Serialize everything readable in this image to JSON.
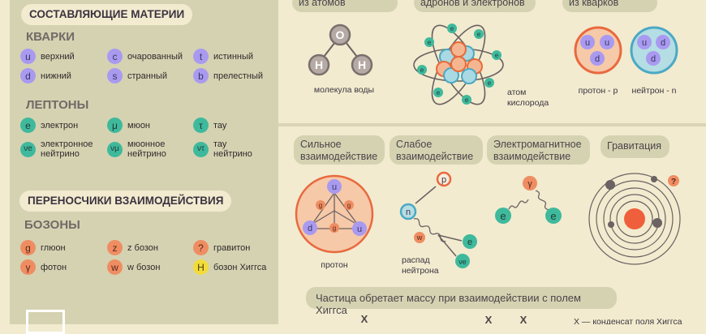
{
  "left": {
    "matter_title": "СОСТАВЛЯЮЩИЕ МАТЕРИИ",
    "quarks_heading": "КВАРКИ",
    "quarks": [
      {
        "symbol": "u",
        "label": "верхний"
      },
      {
        "symbol": "c",
        "label": "очарованный"
      },
      {
        "symbol": "t",
        "label": "истинный"
      },
      {
        "symbol": "d",
        "label": "нижний"
      },
      {
        "symbol": "s",
        "label": "странный"
      },
      {
        "symbol": "b",
        "label": "прелестный"
      }
    ],
    "leptons_heading": "ЛЕПТОНЫ",
    "leptons": [
      {
        "symbol": "e",
        "label": "электрон"
      },
      {
        "symbol": "μ",
        "label": "мюон"
      },
      {
        "symbol": "τ",
        "label": "тау"
      },
      {
        "symbol": "νe",
        "label": "электронное нейтрино"
      },
      {
        "symbol": "νμ",
        "label": "мюонное нейтрино"
      },
      {
        "symbol": "ντ",
        "label": "тау нейтрино"
      }
    ],
    "carriers_title": "ПЕРЕНОСЧИКИ ВЗАИМОДЕЙСТВИЯ",
    "bosons_heading": "БОЗОНЫ",
    "bosons": [
      {
        "symbol": "g",
        "label": "глюон"
      },
      {
        "symbol": "z",
        "label": "z бозон"
      },
      {
        "symbol": "?",
        "label": "гравитон"
      },
      {
        "symbol": "γ",
        "label": "фотон"
      },
      {
        "symbol": "w",
        "label": "w бозон"
      },
      {
        "symbol": "H",
        "label": "бозон Хиггса"
      }
    ]
  },
  "top": {
    "pill1": "из атомов",
    "pill2": "адронов и электронов",
    "pill3": "из кварков",
    "water_label": "молекула воды",
    "water_o": "O",
    "water_h": "H",
    "atom_label_1": "атом",
    "atom_label_2": "кислорода",
    "electron": "e",
    "proton_label": "протон - p",
    "neutron_label": "нейтрон - n",
    "quark_u": "u",
    "quark_d": "d"
  },
  "interactions": {
    "strong_1": "Сильное",
    "strong_2": "взаимодействие",
    "weak_1": "Слабое",
    "weak_2": "взаимодействие",
    "em_1": "Электромагнитное",
    "em_2": "взаимодействие",
    "gravity": "Гравитация",
    "proton_label": "протон",
    "gluon": "g",
    "p": "p",
    "n": "n",
    "w": "w",
    "e": "e",
    "nu_e": "νe",
    "decay_1": "распад",
    "decay_2": "нейтрона",
    "gamma": "γ",
    "graviton": "?"
  },
  "higgs": {
    "title": "Частица обретает массу при взаимодействии с полем Хиггса",
    "mark": "X",
    "legend": "X — конденсат поля Хиггса"
  },
  "colors": {
    "bg": "#f2ebcf",
    "panel": "#d5d2b2",
    "quark": "#a99af0",
    "lepton": "#3fb99c",
    "boson": "#ef8d62",
    "higgs": "#f3dc3a"
  }
}
